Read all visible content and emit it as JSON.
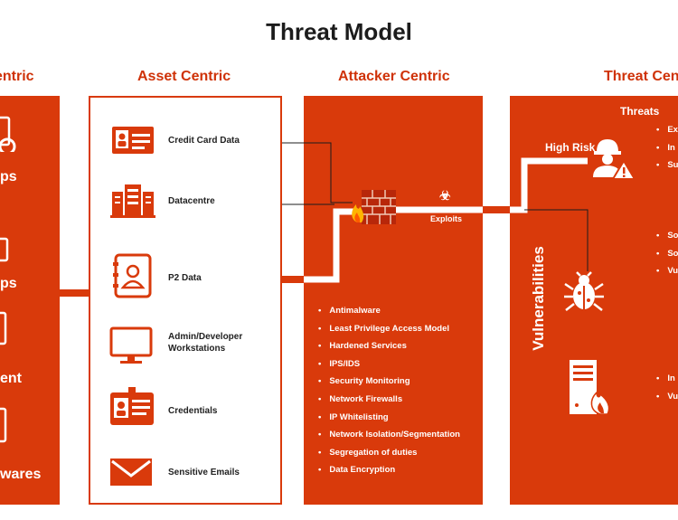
{
  "title": "Threat Model",
  "columns": {
    "left_partial": "entric",
    "asset": "Asset Centric",
    "attacker": "Attacker Centric",
    "threat_partial": "Threat Cen"
  },
  "left_panel": {
    "labels": [
      "ps",
      "ps",
      "ent",
      "wares"
    ]
  },
  "assets": [
    {
      "label": "Credit Card Data",
      "icon": "credit-card-icon"
    },
    {
      "label": "Datacentre",
      "icon": "datacentre-icon"
    },
    {
      "label": "P2 Data",
      "icon": "contact-book-icon"
    },
    {
      "label": "Admin/Developer Workstations",
      "icon": "monitor-icon"
    },
    {
      "label": "Credentials",
      "icon": "id-badge-icon"
    },
    {
      "label": "Sensitive Emails",
      "icon": "envelope-icon"
    }
  ],
  "attacker": {
    "exploits_label": "Exploits",
    "controls": [
      "Antimalware",
      "Least Privilege Access Model",
      "Hardened Services",
      "IPS/IDS",
      "Security Monitoring",
      "Network Firewalls",
      "IP Whitelisting",
      "Network Isolation/Segmentation",
      "Segregation of duties",
      "Data Encryption"
    ]
  },
  "threat": {
    "threats_heading": "Threats",
    "high_risk_label": "High Risk",
    "vulnerabilities_label": "Vulnerabilities",
    "list_top": [
      "Ex",
      "In",
      "Su"
    ],
    "list_mid": [
      "So",
      "So",
      "Vu"
    ],
    "list_bottom": [
      "In",
      "Vu"
    ]
  },
  "colors": {
    "accent": "#d93a0b",
    "heading": "#cf3208",
    "title": "#1c1c1c"
  }
}
